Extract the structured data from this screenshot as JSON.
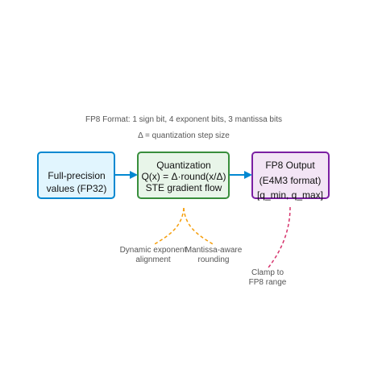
{
  "notes": {
    "format": "FP8 Format: 1 sign bit, 4 exponent bits, 3 mantissa bits",
    "delta": "Δ = quantization step size"
  },
  "boxes": {
    "input": {
      "lines": [
        "Full-precision",
        "values (FP32)"
      ],
      "fill": "#e1f5fe",
      "stroke": "#0288d1"
    },
    "quant": {
      "lines": [
        "Quantization",
        "Q(x) = Δ·round(x/Δ)",
        "STE gradient flow"
      ],
      "fill": "#e8f5e9",
      "stroke": "#388e3c"
    },
    "output": {
      "lines": [
        "FP8 Output",
        "(E4M3 format)",
        "[q_min, q_max]"
      ],
      "fill": "#f3e5f5",
      "stroke": "#7b1fa2"
    }
  },
  "arrows": {
    "color": "#0288d1"
  },
  "annotations": {
    "left": {
      "lines": [
        "Dynamic exponent",
        "alignment"
      ],
      "color": "#f59e0b"
    },
    "right": {
      "lines": [
        "Mantissa-aware",
        "rounding"
      ],
      "color": "#f59e0b"
    },
    "clamp": {
      "lines": [
        "Clamp to",
        "FP8 range"
      ],
      "color": "#d6336c"
    }
  }
}
